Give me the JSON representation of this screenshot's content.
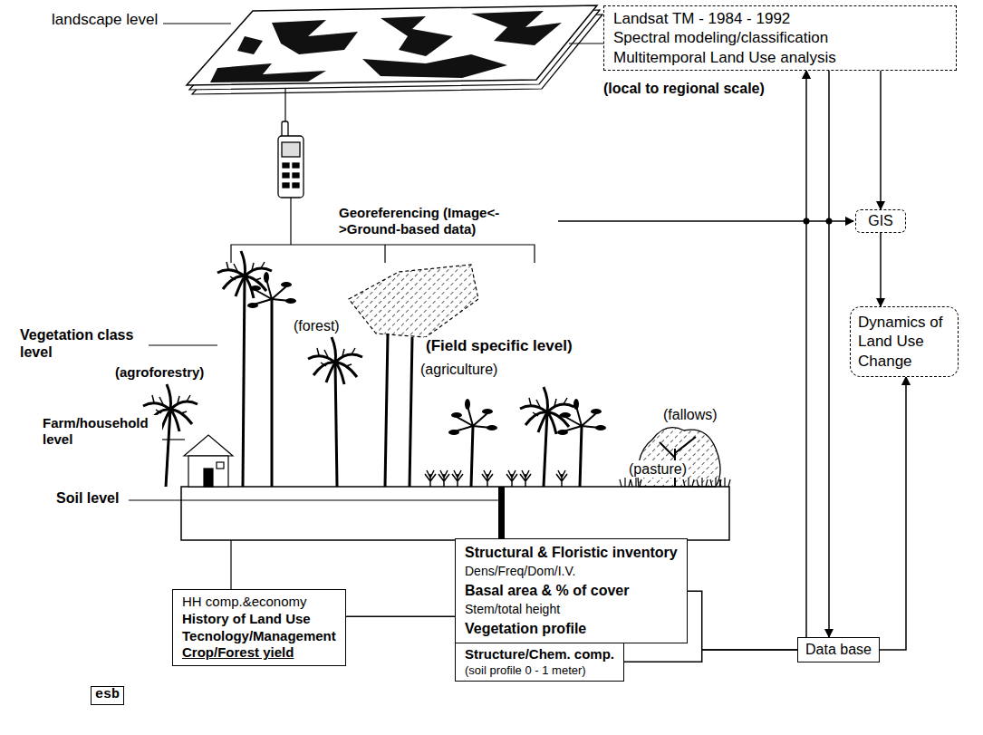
{
  "diagram": {
    "nodes": [
      {
        "text": [
          "Landsat TM - 1984 - 1992",
          "Spectral modeling/classification",
          "Multitemporal Land Use analysis"
        ]
      },
      {
        "text": [
          "GIS"
        ]
      },
      {
        "text": [
          "Dynamics of Land Use Change"
        ]
      },
      {
        "text": [
          "HH comp.&economy",
          "History of Land Use",
          "Tecnology/Management",
          "Crop/Forest yield"
        ]
      },
      {
        "text": [
          "Structural & Floristic inventory",
          "Dens/Freq/Dom/I.V.",
          "Basal area & % of cover",
          "Stem/total height",
          "Vegetation profile"
        ]
      },
      {
        "text": [
          "Structure/Chem. comp.",
          "(soil profile 0 - 1 meter)"
        ]
      },
      {
        "text": [
          "Data base"
        ]
      },
      {
        "text": [
          "esb"
        ]
      }
    ],
    "edges": [
      {
        "from": 0,
        "to": 1,
        "arrow": "to"
      },
      {
        "from": 1,
        "to": 2,
        "arrow": "to"
      },
      {
        "from": 6,
        "to": 2,
        "arrow": "to"
      },
      {
        "from": 6,
        "to": 0,
        "arrow": "to"
      },
      {
        "from": 0,
        "to": 6,
        "arrow": "to"
      },
      {
        "from": 3,
        "to": 4,
        "arrow": "none"
      },
      {
        "from": 4,
        "to": 6,
        "arrow": "none"
      },
      {
        "from": 5,
        "to": 6,
        "arrow": "none"
      }
    ],
    "labels": [
      "landscape level",
      "(local to regional scale)",
      "Georeferencing (Image<->Ground-based data)",
      "Vegetation class level",
      "(forest)",
      "(agroforestry)",
      "(Field specific level)",
      "(agriculture)",
      "(fallows)",
      "(pasture)",
      "Farm/household level",
      "Soil level"
    ]
  }
}
